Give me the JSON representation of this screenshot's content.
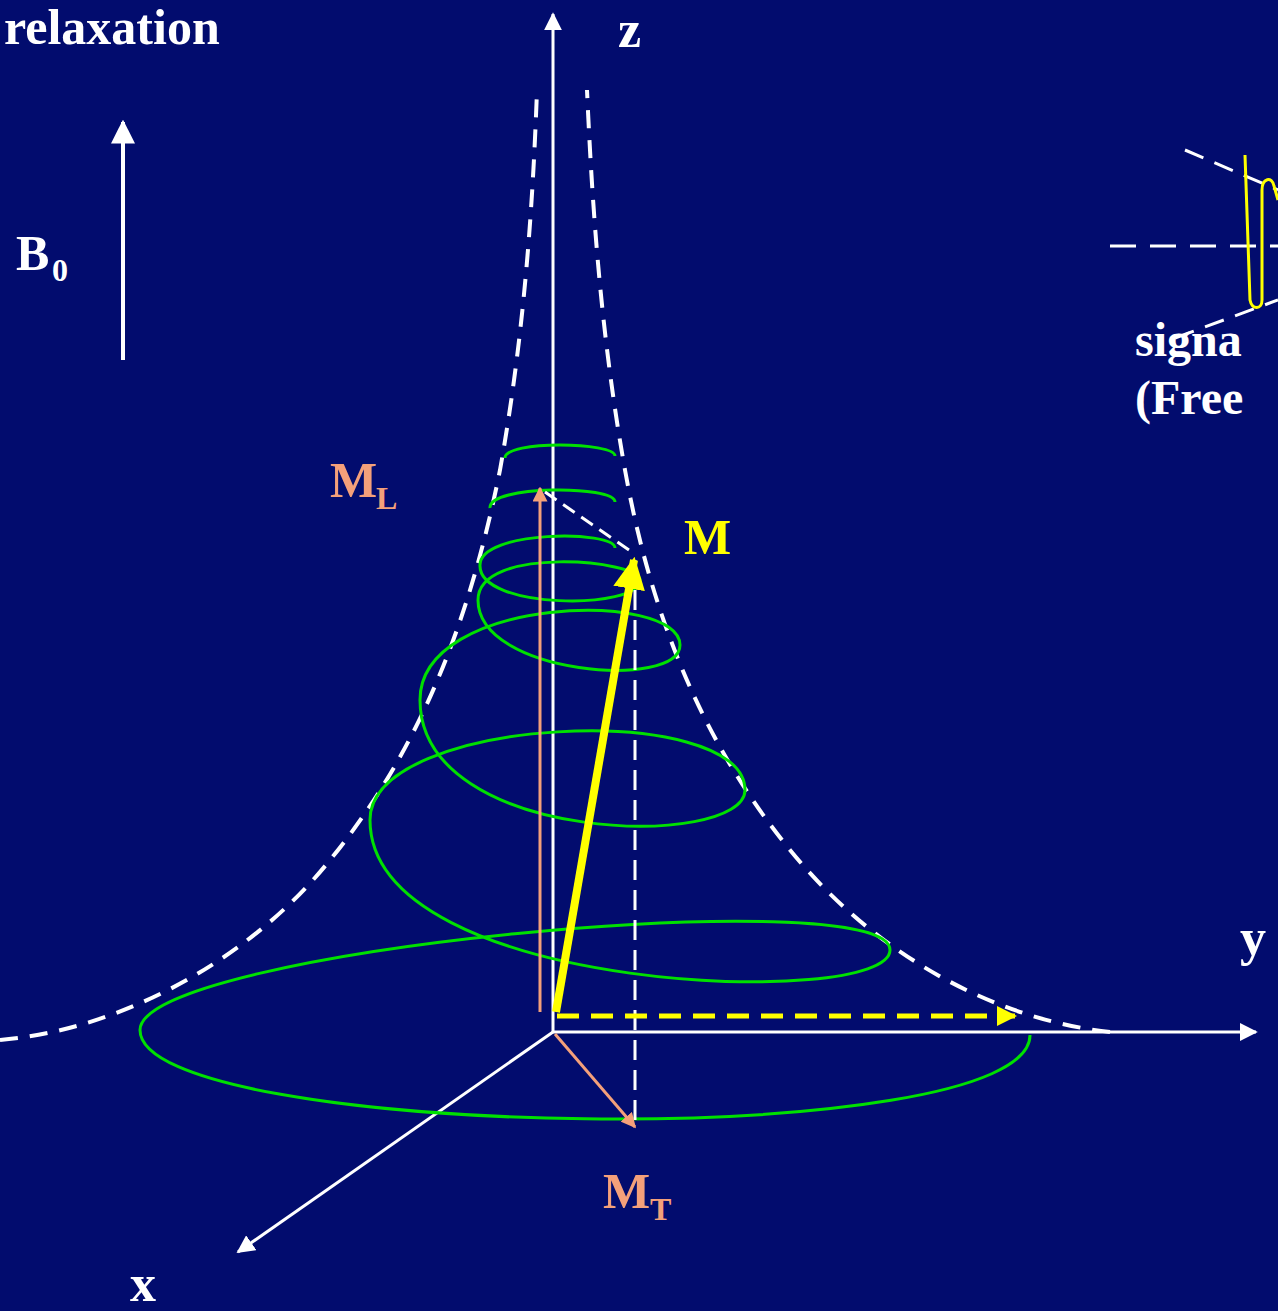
{
  "diagram": {
    "title": "relaxation",
    "labels": [
      "z",
      "B",
      "0",
      "M",
      "L",
      "M",
      "y",
      "x",
      "M",
      "T",
      "signa",
      "(Free"
    ]
  }
}
